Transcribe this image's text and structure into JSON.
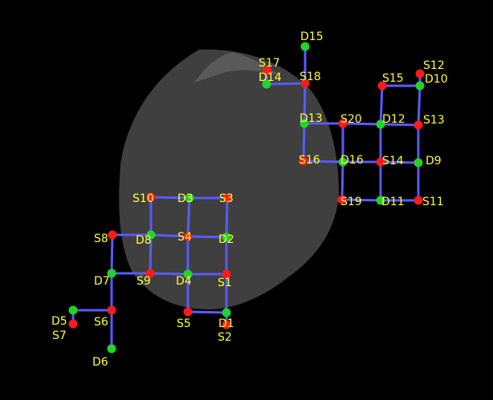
{
  "colors": {
    "background": "#000000",
    "head_fill": "#3f3f3f",
    "head_highlight": "#595959",
    "channel_line": "#5a5aff",
    "source": "#ff1b1b",
    "detector": "#23d32b",
    "label": "#ffff33"
  },
  "sources": [
    {
      "id": "S1",
      "label": "S1"
    },
    {
      "id": "S2",
      "label": "S2"
    },
    {
      "id": "S3",
      "label": "S3"
    },
    {
      "id": "S4",
      "label": "S4"
    },
    {
      "id": "S5",
      "label": "S5"
    },
    {
      "id": "S6",
      "label": "S6"
    },
    {
      "id": "S7",
      "label": "S7"
    },
    {
      "id": "S8",
      "label": "S8"
    },
    {
      "id": "S9",
      "label": "S9"
    },
    {
      "id": "S10",
      "label": "S10"
    },
    {
      "id": "S11",
      "label": "S11"
    },
    {
      "id": "S12",
      "label": "S12"
    },
    {
      "id": "S13",
      "label": "S13"
    },
    {
      "id": "S14",
      "label": "S14"
    },
    {
      "id": "S15",
      "label": "S15"
    },
    {
      "id": "S16",
      "label": "S16"
    },
    {
      "id": "S17",
      "label": "S17"
    },
    {
      "id": "S18",
      "label": "S18"
    },
    {
      "id": "S19",
      "label": "S19"
    },
    {
      "id": "S20",
      "label": "S20"
    }
  ],
  "detectors": [
    {
      "id": "D1",
      "label": "D1"
    },
    {
      "id": "D2",
      "label": "D2"
    },
    {
      "id": "D3",
      "label": "D3"
    },
    {
      "id": "D4",
      "label": "D4"
    },
    {
      "id": "D5",
      "label": "D5"
    },
    {
      "id": "D6",
      "label": "D6"
    },
    {
      "id": "D7",
      "label": "D7"
    },
    {
      "id": "D8",
      "label": "D8"
    },
    {
      "id": "D9",
      "label": "D9"
    },
    {
      "id": "D10",
      "label": "D10"
    },
    {
      "id": "D11",
      "label": "D11"
    },
    {
      "id": "D12",
      "label": "D12"
    },
    {
      "id": "D13",
      "label": "D13"
    },
    {
      "id": "D14",
      "label": "D14"
    },
    {
      "id": "D15",
      "label": "D15"
    },
    {
      "id": "D16",
      "label": "D16"
    }
  ],
  "channels": [
    [
      "S10",
      "D3"
    ],
    [
      "D3",
      "S3"
    ],
    [
      "S8",
      "D8"
    ],
    [
      "D8",
      "S4"
    ],
    [
      "S4",
      "D2"
    ],
    [
      "D7",
      "S9"
    ],
    [
      "S9",
      "D4"
    ],
    [
      "D4",
      "S1"
    ],
    [
      "S5",
      "D1"
    ],
    [
      "S10",
      "D8"
    ],
    [
      "D8",
      "S9"
    ],
    [
      "D3",
      "S4"
    ],
    [
      "S4",
      "D4"
    ],
    [
      "D4",
      "S5"
    ],
    [
      "S3",
      "D2"
    ],
    [
      "D2",
      "S1"
    ],
    [
      "S1",
      "D1"
    ],
    [
      "D1",
      "S2"
    ],
    [
      "S8",
      "D7"
    ],
    [
      "D7",
      "S6"
    ],
    [
      "S6",
      "D6"
    ],
    [
      "D5",
      "S6"
    ],
    [
      "D5",
      "S7"
    ],
    [
      "D15",
      "S18"
    ],
    [
      "D14",
      "S18"
    ],
    [
      "S18",
      "D13"
    ],
    [
      "D13",
      "S16"
    ],
    [
      "D13",
      "S20"
    ],
    [
      "S20",
      "D12"
    ],
    [
      "D12",
      "S13"
    ],
    [
      "S16",
      "D16"
    ],
    [
      "D16",
      "S14"
    ],
    [
      "S14",
      "D9"
    ],
    [
      "S19",
      "D11"
    ],
    [
      "D11",
      "S11"
    ],
    [
      "S15",
      "D10"
    ],
    [
      "S20",
      "D16"
    ],
    [
      "D16",
      "S19"
    ],
    [
      "S15",
      "D12"
    ],
    [
      "D12",
      "S14"
    ],
    [
      "S14",
      "D11"
    ],
    [
      "D10",
      "S13"
    ],
    [
      "S13",
      "D9"
    ],
    [
      "D9",
      "S11"
    ],
    [
      "S12",
      "D10"
    ],
    [
      "S17",
      "D14"
    ]
  ]
}
